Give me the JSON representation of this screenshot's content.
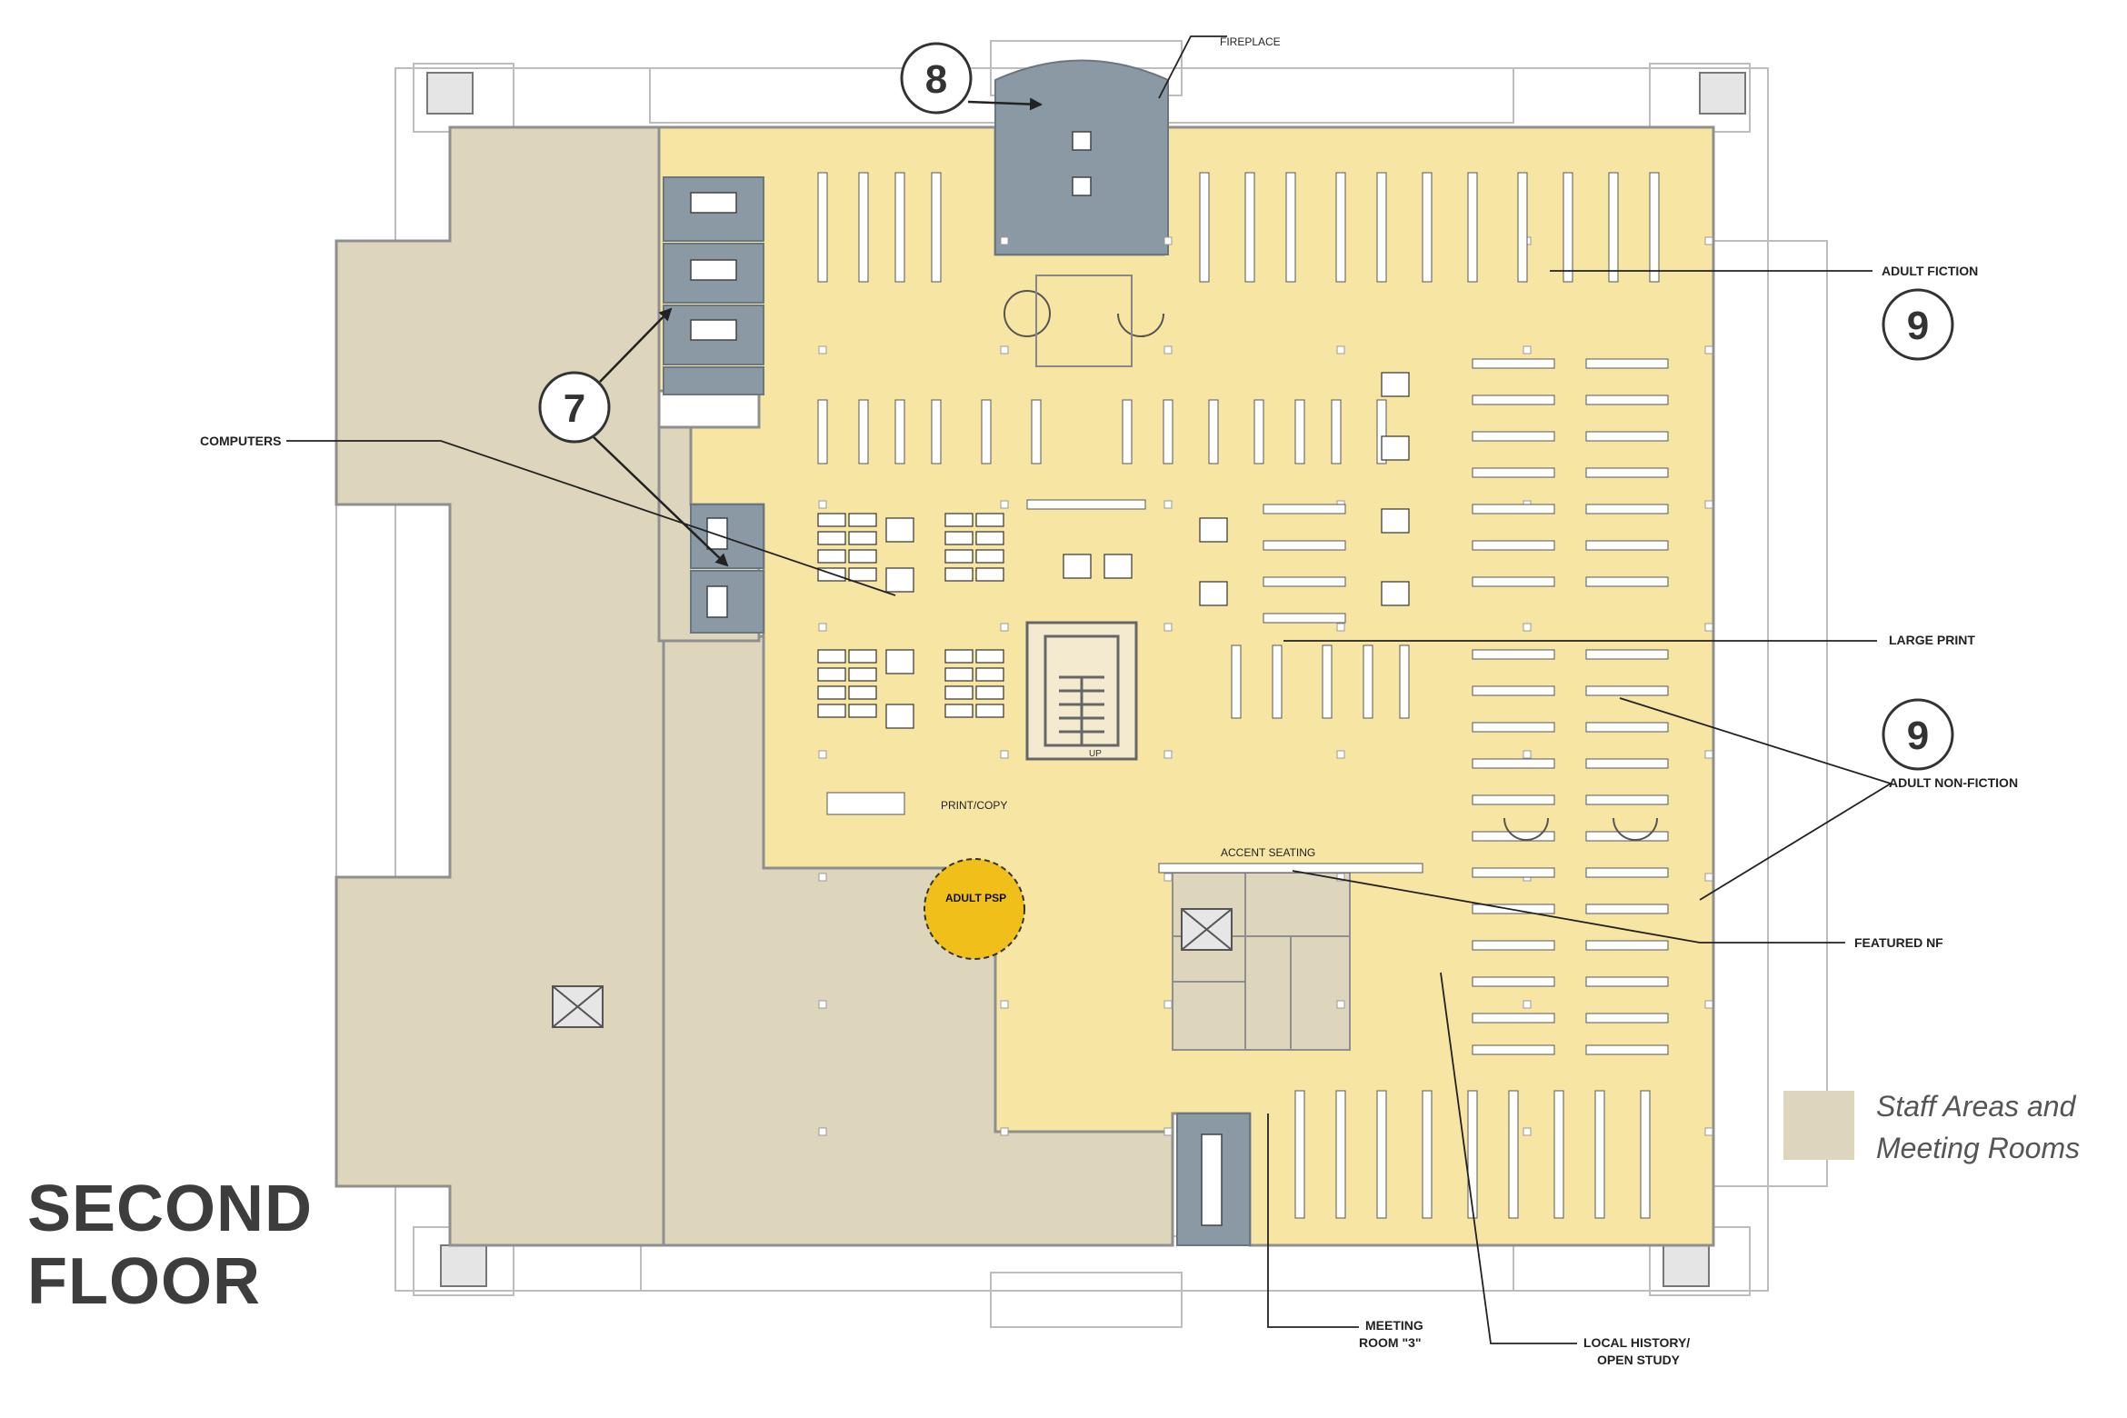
{
  "title": {
    "line1": "SECOND",
    "line2": "FLOOR"
  },
  "legend": {
    "line1": "Staff Areas and",
    "line2": "Meeting Rooms"
  },
  "callouts": {
    "c7": "7",
    "c8": "8",
    "c9a": "9",
    "c9b": "9"
  },
  "labels": {
    "fireplace": "FIREPLACE",
    "adult_fiction": "ADULT FICTION",
    "computers": "COMPUTERS",
    "large_print": "LARGE PRINT",
    "adult_nonfiction": "ADULT NON-FICTION",
    "featured_nf": "FEATURED NF",
    "print_copy": "PRINT/COPY",
    "accent_seating": "ACCENT SEATING",
    "adult_psp": "ADULT PSP",
    "meeting_room_l1": "MEETING",
    "meeting_room_l2": "ROOM \"3\"",
    "local_history_l1": "LOCAL HISTORY/",
    "local_history_l2": "OPEN STUDY",
    "up": "UP"
  },
  "colors": {
    "public": "#f7e6a3",
    "staff": "#ddd6bd",
    "meeting": "#8a99a3",
    "psp": "#f0bf1a",
    "wall": "#8f8f8f"
  }
}
